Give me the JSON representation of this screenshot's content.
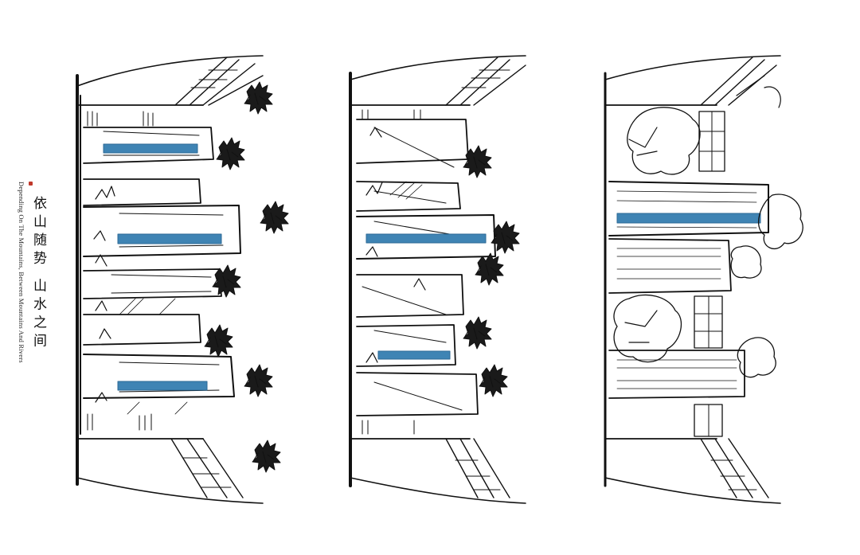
{
  "caption": {
    "chinese": "依山随势 山水之间",
    "english": "Depending On The Mountains, Between Mountains And Rivers"
  },
  "colors": {
    "ink": "#111111",
    "water": "#3f84b4",
    "seal": "#c0392b",
    "background": "#ffffff"
  },
  "sketches": [
    {
      "name": "sketch-variant-1"
    },
    {
      "name": "sketch-variant-2"
    },
    {
      "name": "sketch-variant-3"
    }
  ]
}
